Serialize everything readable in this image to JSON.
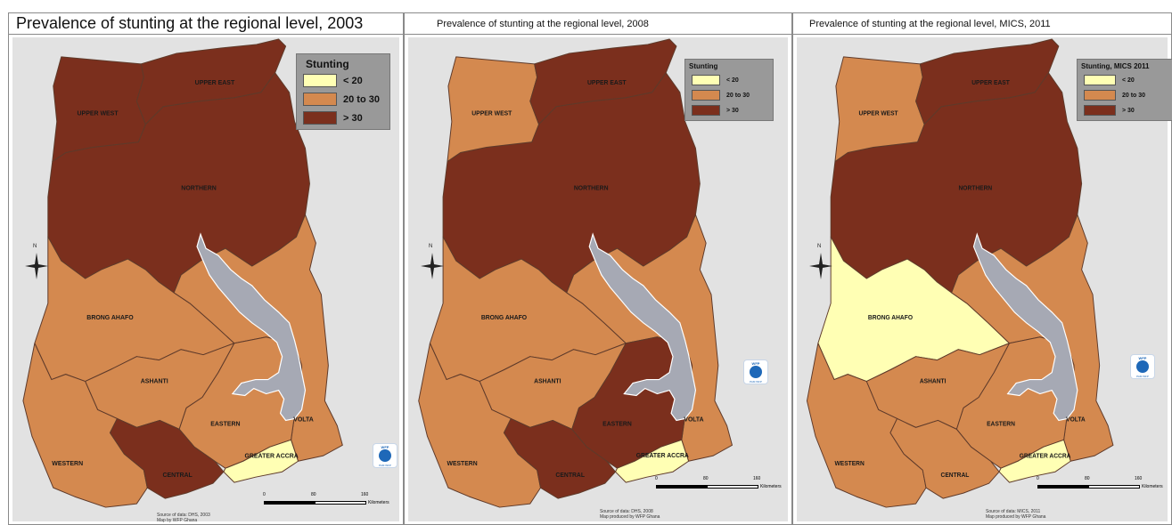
{
  "colors": {
    "lt20": "#ffffb4",
    "20to30": "#d4894f",
    "gt30": "#7b2f1d",
    "lake": "#a6a9b4",
    "background": "#e2e2e2"
  },
  "panels": [
    {
      "title": "Prevalence of stunting at the regional level, 2003",
      "legend_title": "Stunting",
      "legend_items": [
        "< 20",
        "20 to 30",
        "> 30"
      ],
      "scale": {
        "ticks": [
          "0",
          "80",
          "160"
        ],
        "unit": "Kilometers"
      },
      "source_lines": [
        "Source of data: DHS, 2003",
        "Map by WFP Ghana"
      ],
      "compass": "N",
      "logo": {
        "top": "WFP",
        "bottom": "PAM WFP"
      },
      "regions": {
        "UPPER WEST": {
          "label": "UPPER WEST",
          "class": "> 30"
        },
        "UPPER EAST": {
          "label": "UPPER EAST",
          "class": "> 30"
        },
        "NORTHERN": {
          "label": "NORTHERN",
          "class": "> 30"
        },
        "BRONG AHAFO": {
          "label": "BRONG AHAFO",
          "class": "20 to 30"
        },
        "ASHANTI": {
          "label": "ASHANTI",
          "class": "20 to 30"
        },
        "EASTERN": {
          "label": "EASTERN",
          "class": "20 to 30"
        },
        "VOLTA": {
          "label": "VOLTA",
          "class": "20 to 30"
        },
        "WESTERN": {
          "label": "WESTERN",
          "class": "20 to 30"
        },
        "CENTRAL": {
          "label": "CENTRAL",
          "class": "> 30"
        },
        "GREATER ACCRA": {
          "label": "GREATER ACCRA",
          "class": "< 20"
        }
      }
    },
    {
      "title": "Prevalence of stunting at the regional level, 2008",
      "legend_title": "Stunting",
      "legend_items": [
        "< 20",
        "20 to 30",
        "> 30"
      ],
      "scale": {
        "ticks": [
          "0",
          "80",
          "160"
        ],
        "unit": "Kilometers"
      },
      "source_lines": [
        "Source of data: DHS, 2008",
        "Map produced by WFP Ghana"
      ],
      "compass": "N",
      "logo": {
        "top": "WFP",
        "bottom": "PAM WFP"
      },
      "regions": {
        "UPPER WEST": {
          "label": "UPPER WEST",
          "class": "20 to 30"
        },
        "UPPER EAST": {
          "label": "UPPER EAST",
          "class": "> 30"
        },
        "NORTHERN": {
          "label": "NORTHERN",
          "class": "> 30"
        },
        "BRONG AHAFO": {
          "label": "BRONG AHAFO",
          "class": "20 to 30"
        },
        "ASHANTI": {
          "label": "ASHANTI",
          "class": "20 to 30"
        },
        "EASTERN": {
          "label": "EASTERN",
          "class": "> 30"
        },
        "VOLTA": {
          "label": "VOLTA",
          "class": "20 to 30"
        },
        "WESTERN": {
          "label": "WESTERN",
          "class": "20 to 30"
        },
        "CENTRAL": {
          "label": "CENTRAL",
          "class": "> 30"
        },
        "GREATER ACCRA": {
          "label": "GREATER ACCRA",
          "class": "< 20"
        }
      }
    },
    {
      "title": "Prevalence of stunting at the regional level, MICS, 2011",
      "legend_title": "Stunting, MICS 2011",
      "legend_items": [
        "< 20",
        "20 to 30",
        "> 30"
      ],
      "scale": {
        "ticks": [
          "0",
          "80",
          "160"
        ],
        "unit": "Kilometers"
      },
      "source_lines": [
        "Source of data: MICS, 2011",
        "Map produced by WFP Ghana"
      ],
      "compass": "N",
      "logo": {
        "top": "WFP",
        "bottom": "PAM WFP"
      },
      "regions": {
        "UPPER WEST": {
          "label": "UPPER WEST",
          "class": "20 to 30"
        },
        "UPPER EAST": {
          "label": "UPPER EAST",
          "class": "> 30"
        },
        "NORTHERN": {
          "label": "NORTHERN",
          "class": "> 30"
        },
        "BRONG AHAFO": {
          "label": "BRONG AHAFO",
          "class": "< 20"
        },
        "ASHANTI": {
          "label": "ASHANTI",
          "class": "20 to 30"
        },
        "EASTERN": {
          "label": "EASTERN",
          "class": "20 to 30"
        },
        "VOLTA": {
          "label": "VOLTA",
          "class": "20 to 30"
        },
        "WESTERN": {
          "label": "WESTERN",
          "class": "20 to 30"
        },
        "CENTRAL": {
          "label": "CENTRAL",
          "class": "20 to 30"
        },
        "GREATER ACCRA": {
          "label": "GREATER ACCRA",
          "class": "< 20"
        }
      }
    }
  ]
}
